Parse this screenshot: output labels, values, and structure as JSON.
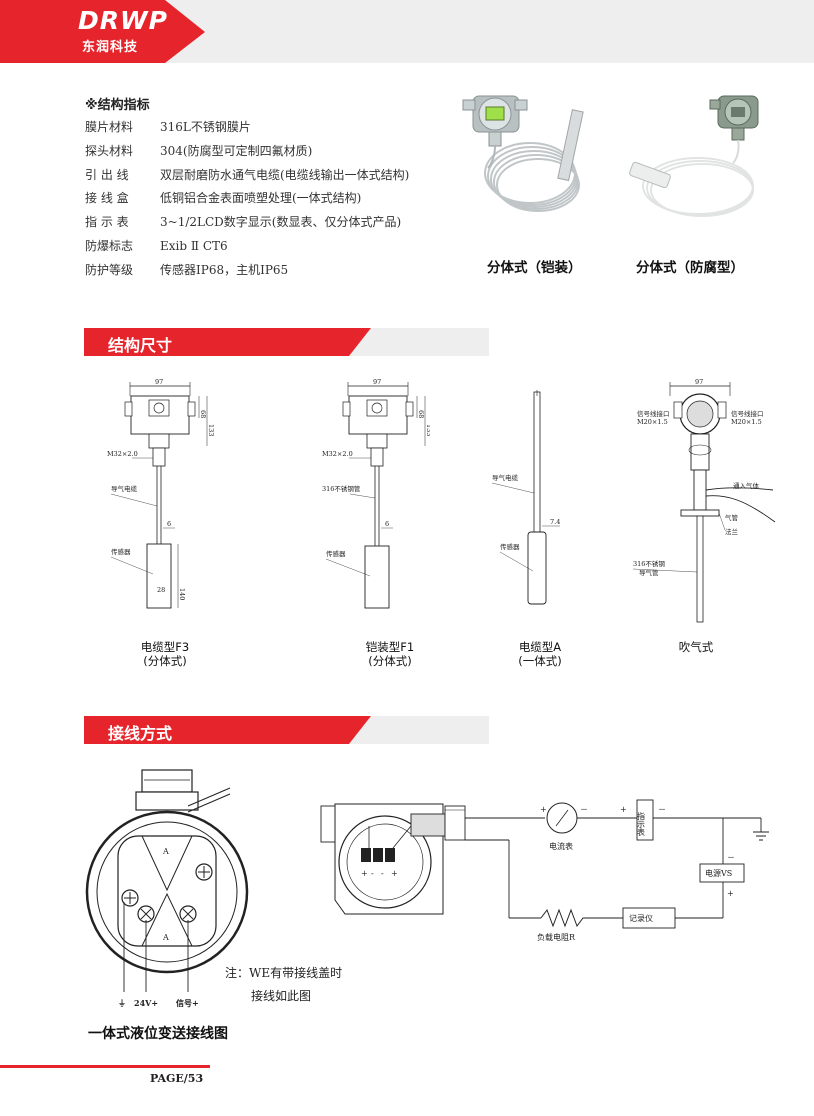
{
  "brand": {
    "logo": "DRWP",
    "name": "东润科技",
    "color": "#e5242b"
  },
  "specs": {
    "title": "※结构指标",
    "rows": [
      {
        "label": "膜片材料",
        "value": "316L不锈钢膜片"
      },
      {
        "label": "探头材料",
        "value": "304(防腐型可定制四氟材质)"
      },
      {
        "label": "引 出 线",
        "value": "双层耐磨防水通气电缆(电缆线输出一体式结构)"
      },
      {
        "label": "接 线 盒",
        "value": "低铜铝合金表面喷塑处理(一体式结构)"
      },
      {
        "label": "指 示 表",
        "value": "3~1/2LCD数字显示(数显表、仅分体式产品)"
      },
      {
        "label": "防爆标志",
        "value": "Exib Ⅱ CT6"
      },
      {
        "label": "防护等级",
        "value": "传感器IP68，主机IP65"
      }
    ]
  },
  "products": [
    {
      "caption": "分体式（铠装）"
    },
    {
      "caption": "分体式（防腐型）"
    }
  ],
  "section_dimensions": {
    "title": "结构尺寸"
  },
  "section_wiring": {
    "title": "接线方式"
  },
  "drawings": {
    "d1": {
      "dim_width": "97",
      "dim_h1": "68",
      "dim_h2": "133",
      "thread": "M32×2.0",
      "cable": "导气电缆",
      "dia": "6",
      "sensor": "传感器",
      "len": "140",
      "sdia": "28",
      "cap1": "电缆型F3",
      "cap2": "(分体式)"
    },
    "d2": {
      "dim_width": "97",
      "dim_h1": "68",
      "dim_h2": "133",
      "thread": "M32×2.0",
      "tube": "316不锈钢管",
      "dia": "6",
      "sensor": "传感器",
      "cap1": "铠装型F1",
      "cap2": "(分体式)"
    },
    "d3": {
      "cable": "导气电缆",
      "dia": "7.4",
      "sensor": "传感器",
      "cap1": "电缆型A",
      "cap2": "(一体式)"
    },
    "d4": {
      "dim_width": "97",
      "t1": "信号线接口",
      "t1b": "M20×1.5",
      "t2": "信号线接口",
      "t2b": "M20×1.5",
      "air": "通入气体",
      "pipe": "气管",
      "flange": "法兰",
      "steel": "316不锈钢",
      "guide": "导气管",
      "cap1": "吹气式"
    }
  },
  "wiring": {
    "terminal_top": "A",
    "terminal_bottom": "A",
    "terminal_signs": [
      "+",
      "-",
      "-",
      "+"
    ],
    "bottom_labels": [
      "⏚",
      "24V+",
      "信号+"
    ],
    "note1": "注：WE有带接线盖时",
    "note2": "接线如此图",
    "caption": "一体式液位变送接线图",
    "circuit": {
      "ammeter": "电流表",
      "indicator": "指示表",
      "power": "电源VS",
      "recorder": "记录仪",
      "load": "负载电阻R",
      "plus": "+",
      "minus": "－"
    }
  },
  "page": "PAGE/53"
}
